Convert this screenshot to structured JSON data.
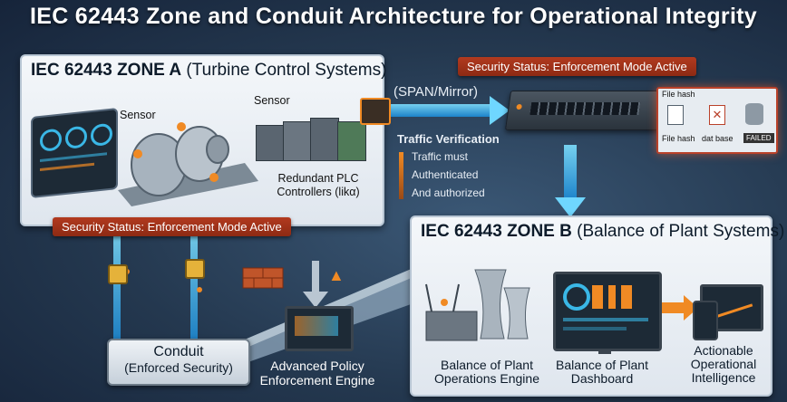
{
  "title": "IEC 62443 Zone and Conduit Architecture for Operational Integrity",
  "zone_a": {
    "title_bold": "IEC 62443 ZONE A",
    "title_rest": "(Turbine Control Systems)",
    "sensor_left": "Sensor",
    "sensor_right": "Sensor",
    "plc_label": "Redundant PLC Controllers (likα)",
    "status_badge": "Security Status: Enforcement Mode Active"
  },
  "zone_b": {
    "title_bold": "IEC 62443 ZONE B",
    "title_rest": "(Balance of Plant Systems)",
    "captions": [
      "Balance of Plant Operations Engine",
      "Balance of Plant Dashboard",
      "Actionable Operational Intelligence"
    ]
  },
  "switch": {
    "status_badge": "Security Status: Enforcement Mode Active",
    "span_label": "(SPAN/Mirror)",
    "file_hash_header": "File hash",
    "file_hash_label": "File hash",
    "database_label": "dat base",
    "failed_label": "FAILED"
  },
  "traffic": {
    "title": "Traffic Verification",
    "lines": [
      "Traffic must",
      "Authenticated",
      "And authorized"
    ]
  },
  "conduit": {
    "line1": "Conduit",
    "line2": "(Enforced Security)"
  },
  "engine": {
    "label": "Advanced Policy Enforcement Engine"
  },
  "colors": {
    "accent_blue": "#4fc3ff",
    "alert_red": "#a8321a",
    "orange": "#f08a24"
  }
}
